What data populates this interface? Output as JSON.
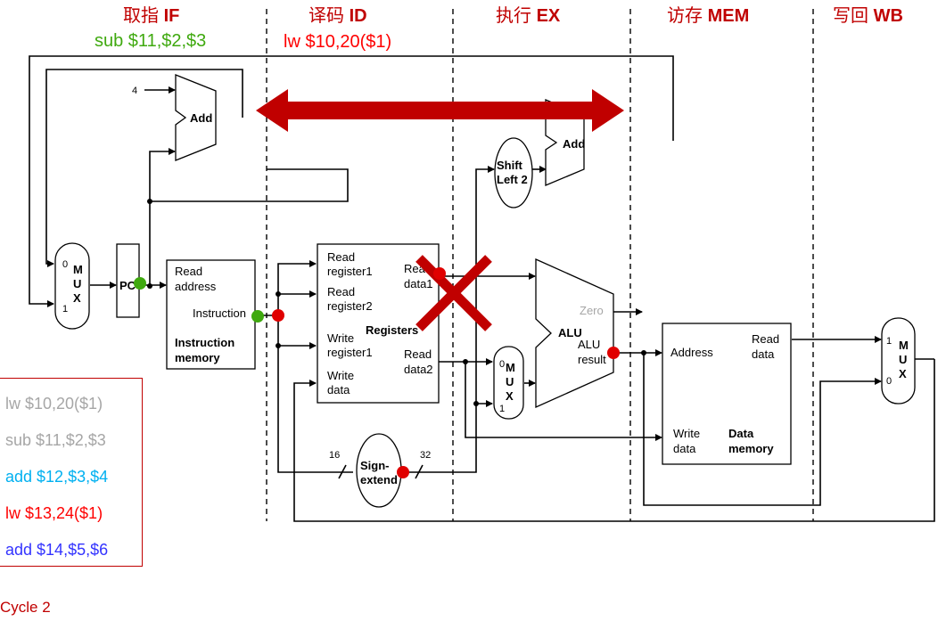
{
  "stages": [
    {
      "cn": "取指",
      "en": "IF"
    },
    {
      "cn": "译码",
      "en": "ID"
    },
    {
      "cn": "执行",
      "en": "EX"
    },
    {
      "cn": "访存",
      "en": "MEM"
    },
    {
      "cn": "写回",
      "en": "WB"
    }
  ],
  "stage_instr": {
    "if": "sub $11,$2,$3",
    "id": "lw  $10,20($1)"
  },
  "components": {
    "const4": "4",
    "add": "Add",
    "pc": "PC",
    "mux": [
      "M",
      "U",
      "X"
    ],
    "mux_in0": "0",
    "mux_in1": "1",
    "im_read_address": [
      "Read",
      "address"
    ],
    "im_instruction": "Instruction",
    "im_title": [
      "Instruction",
      "memory"
    ],
    "reg_read1": [
      "Read",
      "register1"
    ],
    "reg_read2": [
      "Read",
      "register2"
    ],
    "reg_write_reg": [
      "Write",
      "register1"
    ],
    "reg_write_data": [
      "Write",
      "data"
    ],
    "reg_title": "Registers",
    "reg_data1": [
      "Read",
      "data1"
    ],
    "reg_data2": [
      "Read",
      "data2"
    ],
    "shift": [
      "Shift",
      "Left 2"
    ],
    "alu": "ALU",
    "alu_zero": "Zero",
    "alu_result": [
      "ALU",
      "result"
    ],
    "dm_address": "Address",
    "dm_read_data": [
      "Read",
      "data"
    ],
    "dm_write_data": [
      "Write",
      "data"
    ],
    "dm_title": [
      "Data",
      "memory"
    ],
    "sign_extend": [
      "Sign-",
      "extend"
    ],
    "bits_16": "16",
    "bits_32": "32"
  },
  "instr_list": [
    {
      "text": "lw  $10,20($1)",
      "color": "#a6a6a6"
    },
    {
      "text": "sub $11,$2,$3",
      "color": "#a6a6a6"
    },
    {
      "text": "add $12,$3,$4",
      "color": "#00b0f0"
    },
    {
      "text": "lw  $13,24($1)",
      "color": "#ff0000"
    },
    {
      "text": "add $14,$5,$6",
      "color": "#3333ff"
    }
  ],
  "cycle": "Cycle 2",
  "colors": {
    "stage_title": "#c00000",
    "if_instr": "#3fa90f",
    "id_instr": "#ff0000",
    "arrow": "#c00000",
    "cross": "#c00000",
    "dot_green": "#3fa90f",
    "dot_red": "#e00000"
  }
}
